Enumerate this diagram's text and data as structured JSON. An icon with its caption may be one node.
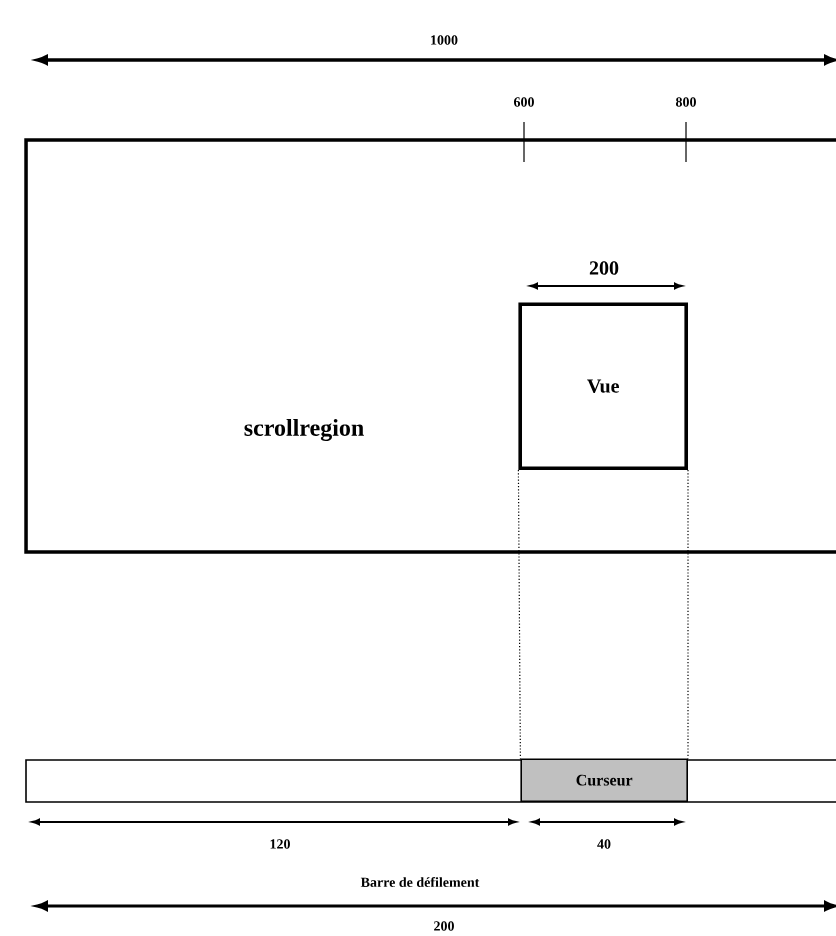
{
  "diagram": {
    "nodes": [
      {
        "text": [
          "scrollregion"
        ]
      },
      {
        "text": [
          "Vue"
        ],
        "in": 0
      },
      {
        "text": [],
        "shape": "bar"
      },
      {
        "text": [
          "Curseur"
        ],
        "in": 2
      }
    ],
    "edges": [
      {
        "from": 1,
        "to": 3,
        "arrow": "none",
        "style": "dashed"
      },
      {
        "from": 1,
        "to": 3,
        "arrow": "none",
        "style": "dashed"
      }
    ],
    "labels": [
      "1000",
      "600",
      "800",
      "200",
      "120",
      "40",
      "Barre de défilement",
      "200"
    ]
  }
}
